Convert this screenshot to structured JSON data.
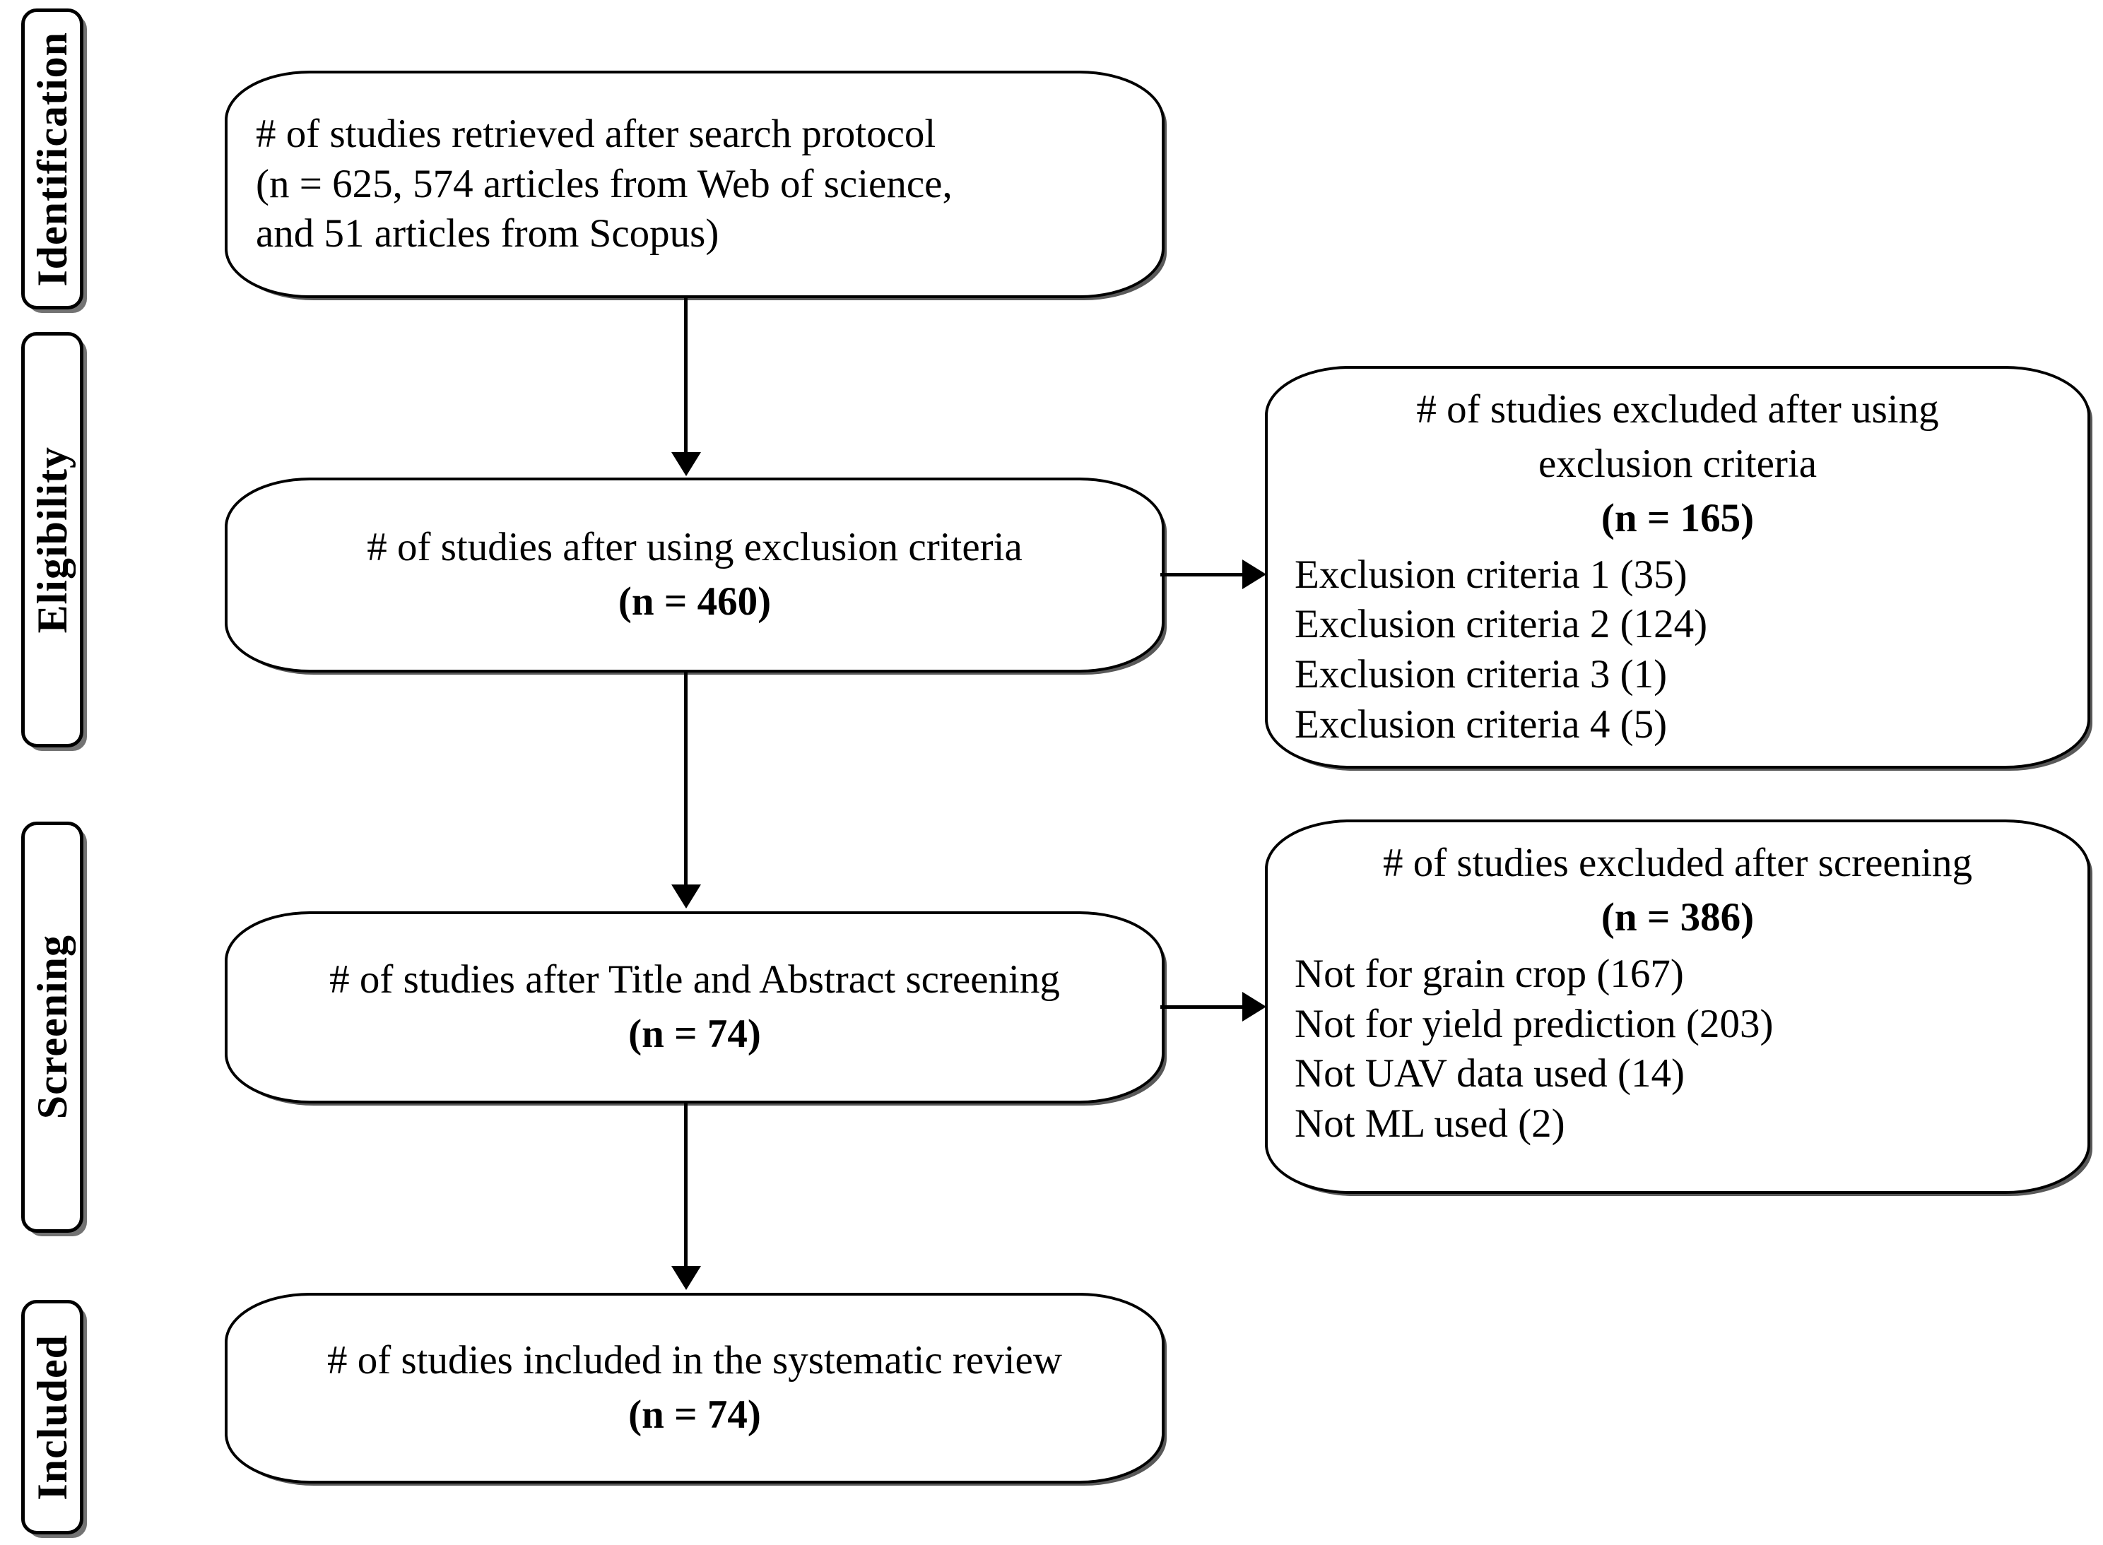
{
  "diagram": {
    "type": "prisma-flow-diagram",
    "stages": [
      {
        "id": "identification",
        "label": "Identification"
      },
      {
        "id": "eligibility",
        "label": "Eligibility"
      },
      {
        "id": "screening",
        "label": "Screening"
      },
      {
        "id": "included",
        "label": "Included"
      }
    ],
    "main_boxes": [
      {
        "id": "retrieved",
        "lines": [
          "# of studies retrieved after search protocol",
          "(n = 625, 574 articles from Web of science,",
          "and 51 articles from Scopus)"
        ],
        "n_label": "n = 625",
        "n_value": 625,
        "sources": [
          {
            "name": "Web of science",
            "count": 574
          },
          {
            "name": "Scopus",
            "count": 51
          }
        ]
      },
      {
        "id": "after-exclusion",
        "title": "# of studies after using exclusion criteria",
        "n_label": "(n = 460)",
        "n_value": 460
      },
      {
        "id": "after-screening",
        "title": "# of studies after Title and Abstract screening",
        "n_label": "(n = 74)",
        "n_value": 74
      },
      {
        "id": "included-review",
        "title": "# of studies included in the systematic review",
        "n_label": "(n = 74)",
        "n_value": 74
      }
    ],
    "excluded_boxes": [
      {
        "id": "excluded-exclusion-criteria",
        "title_line_1": "# of studies excluded after using",
        "title_line_2": "exclusion criteria",
        "n_label": "(n = 165)",
        "n_value": 165,
        "reasons": [
          {
            "label": "Exclusion criteria 1 (35)",
            "name": "Exclusion criteria 1",
            "count": 35
          },
          {
            "label": "Exclusion criteria 2 (124)",
            "name": "Exclusion criteria 2",
            "count": 124
          },
          {
            "label": "Exclusion criteria 3 (1)",
            "name": "Exclusion criteria 3",
            "count": 1
          },
          {
            "label": "Exclusion criteria 4 (5)",
            "name": "Exclusion criteria 4",
            "count": 5
          }
        ]
      },
      {
        "id": "excluded-screening",
        "title_line_1": "# of studies excluded after screening",
        "title_line_2": "",
        "n_label": "(n = 386)",
        "n_value": 386,
        "reasons": [
          {
            "label": "Not for grain crop (167)",
            "name": "Not for grain crop",
            "count": 167
          },
          {
            "label": "Not for yield prediction (203)",
            "name": "Not for yield prediction",
            "count": 203
          },
          {
            "label": "Not UAV data used (14)",
            "name": "Not UAV data used",
            "count": 14
          },
          {
            "label": "Not ML used (2)",
            "name": "Not ML used",
            "count": 2
          }
        ]
      }
    ],
    "colors": {
      "stroke": "#000000",
      "fill": "#ffffff",
      "text": "#000000"
    }
  }
}
